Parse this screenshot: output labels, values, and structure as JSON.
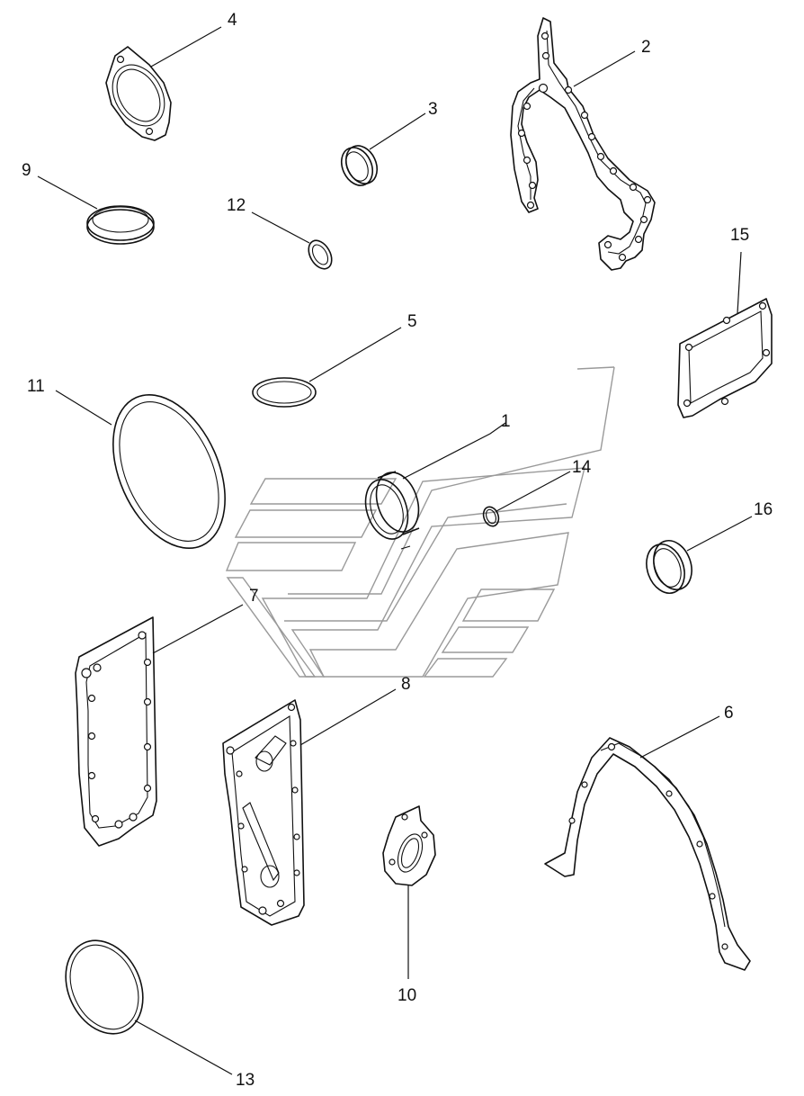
{
  "callouts": [
    {
      "id": "p1",
      "label": "1"
    },
    {
      "id": "p2",
      "label": "2"
    },
    {
      "id": "p3",
      "label": "3"
    },
    {
      "id": "p4",
      "label": "4"
    },
    {
      "id": "p5",
      "label": "5"
    },
    {
      "id": "p6",
      "label": "6"
    },
    {
      "id": "p7",
      "label": "7"
    },
    {
      "id": "p8",
      "label": "8"
    },
    {
      "id": "p9",
      "label": "9"
    },
    {
      "id": "p10",
      "label": "10"
    },
    {
      "id": "p11",
      "label": "11"
    },
    {
      "id": "p12",
      "label": "12"
    },
    {
      "id": "p13",
      "label": "13"
    },
    {
      "id": "p14",
      "label": "14"
    },
    {
      "id": "p15",
      "label": "15"
    },
    {
      "id": "p16",
      "label": "16"
    }
  ],
  "colors": {
    "line": "#111111",
    "watermark": "#9a9a9a",
    "background": "#ffffff"
  }
}
